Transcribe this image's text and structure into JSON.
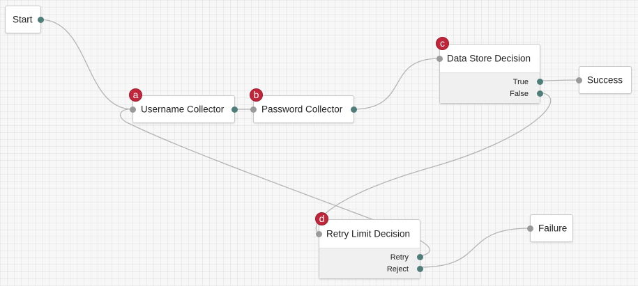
{
  "nodes": {
    "start": {
      "label": "Start"
    },
    "username": {
      "label": "Username Collector",
      "badge": "a"
    },
    "password": {
      "label": "Password Collector",
      "badge": "b"
    },
    "datastore": {
      "label": "Data Store Decision",
      "badge": "c",
      "outcomes": [
        "True",
        "False"
      ]
    },
    "success": {
      "label": "Success"
    },
    "retry": {
      "label": "Retry Limit Decision",
      "badge": "d",
      "outcomes": [
        "Retry",
        "Reject"
      ]
    },
    "failure": {
      "label": "Failure"
    }
  },
  "colors": {
    "badge": "#c0253a",
    "port_in": "#9a9a9a",
    "port_out": "#4e7d7a",
    "edge": "#b4b4b4"
  }
}
